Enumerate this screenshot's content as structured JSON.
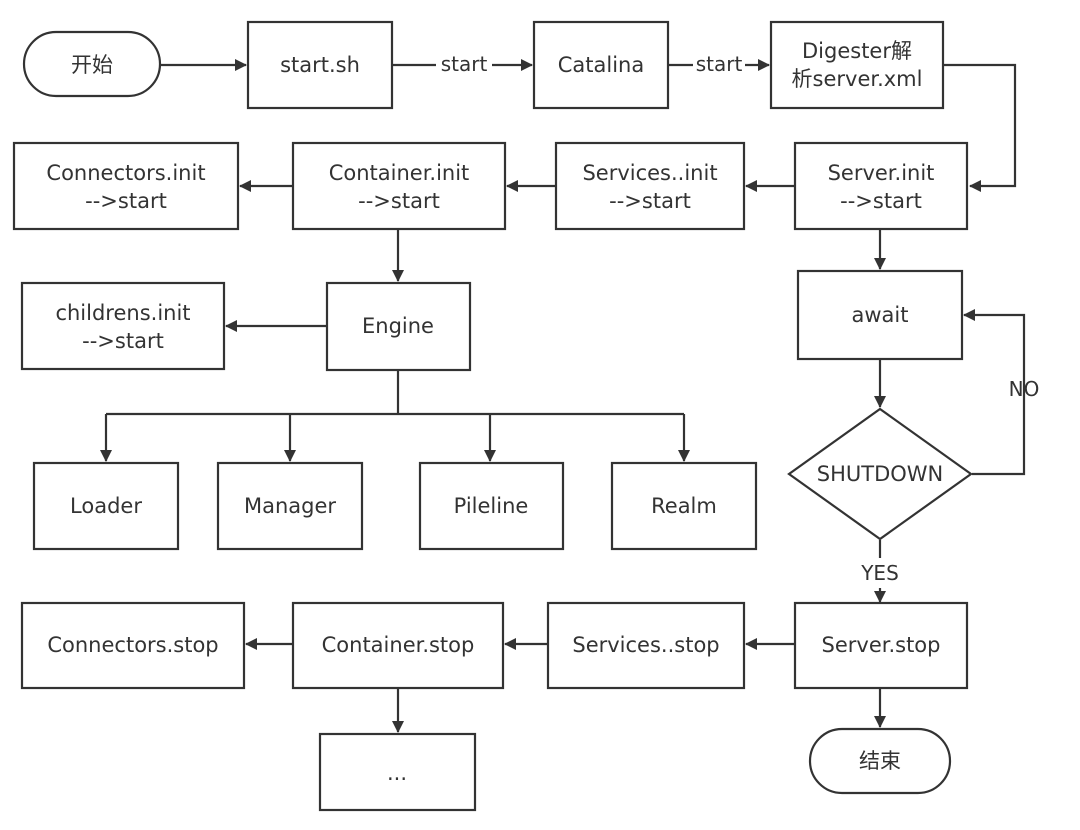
{
  "colors": {
    "stroke": "#333333",
    "fill": "#ffffff",
    "text": "#333333",
    "background": "#ffffff"
  },
  "nodes": {
    "start_terminal": "开始",
    "start_sh": "start.sh",
    "catalina": "Catalina",
    "digester": [
      "Digester解",
      "析server.xml"
    ],
    "server_init": [
      "Server.init",
      "-->start"
    ],
    "services_init": [
      "Services..init",
      "-->start"
    ],
    "container_init": [
      "Container.init",
      "-->start"
    ],
    "connectors_init": [
      "Connectors.init",
      "-->start"
    ],
    "engine": "Engine",
    "childrens_init": [
      "childrens.init",
      "-->start"
    ],
    "loader": "Loader",
    "manager": "Manager",
    "pipeline": "Pileline",
    "realm": "Realm",
    "await": "await",
    "shutdown": "SHUTDOWN",
    "server_stop": "Server.stop",
    "services_stop": "Services..stop",
    "container_stop": "Container.stop",
    "connectors_stop": "Connectors.stop",
    "ellipsis": "...",
    "end_terminal": "结束"
  },
  "edges": {
    "start_sh_to_catalina": "start",
    "catalina_to_digester": "start",
    "shutdown_no": "NO",
    "shutdown_yes": "YES"
  }
}
